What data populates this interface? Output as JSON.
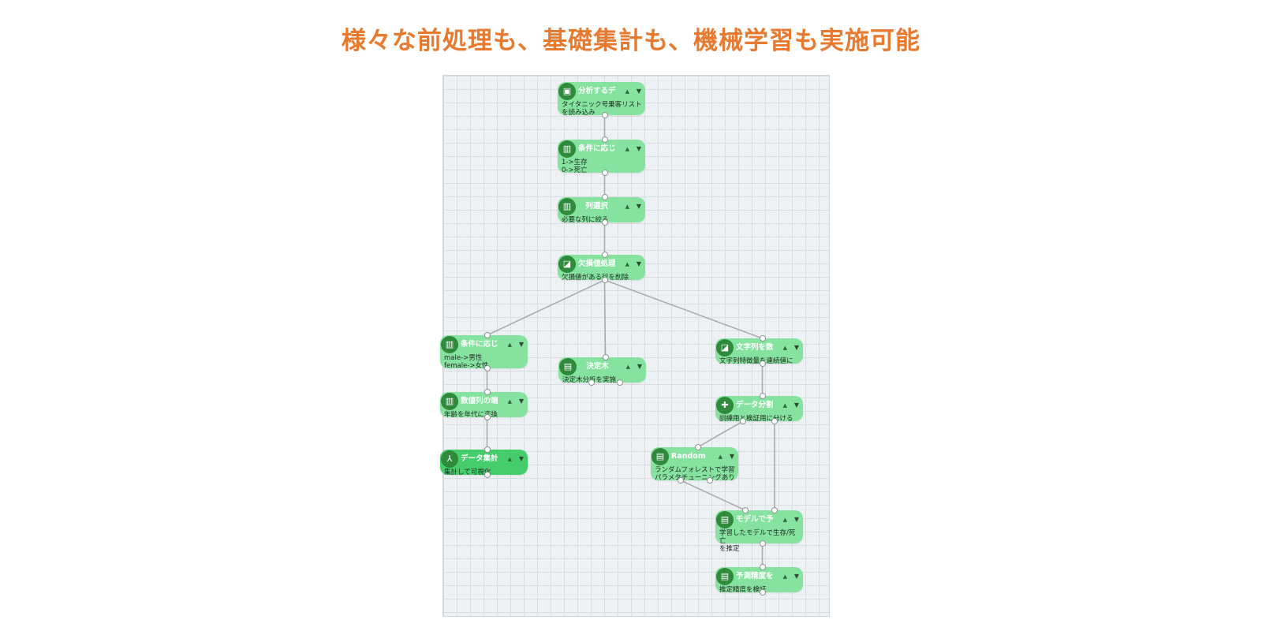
{
  "headline": {
    "text": "様々な前処理も、基礎集計も、機械学習も実施可能",
    "color": "#e77a2f"
  },
  "nodes": [
    {
      "title": "分析するデ...",
      "description": "タイタニック号乗客リスト\nを読み込み",
      "icon": "database-table-icon",
      "icon_glyph": "▣"
    },
    {
      "title": "条件に応じ...",
      "description": "1->生存\n0->死亡",
      "icon": "columns-icon",
      "icon_glyph": "▥"
    },
    {
      "title": "列選択",
      "description": "必要な列に絞る",
      "icon": "columns-icon",
      "icon_glyph": "▥"
    },
    {
      "title": "欠損値処理",
      "description": "欠損値がある行を削除",
      "icon": "clean-icon",
      "icon_glyph": "◪"
    },
    {
      "title": "条件に応じ...",
      "description": "male->男性\nfemale->女性",
      "icon": "columns-icon",
      "icon_glyph": "▥"
    },
    {
      "title": "数値列の端...",
      "description": "年齢を年代に変換",
      "icon": "columns-icon",
      "icon_glyph": "▥"
    },
    {
      "title": "データ集計",
      "description": "集計して可視化",
      "icon": "aggregate-icon",
      "icon_glyph": "⅄"
    },
    {
      "title": "決定木",
      "description": "決定木分析を実施",
      "icon": "model-icon",
      "icon_glyph": "▤"
    },
    {
      "title": "文字列を数...",
      "description": "文字列特徴量を連続値に",
      "icon": "clean-icon",
      "icon_glyph": "◪"
    },
    {
      "title": "データ分割",
      "description": "訓練用と検証用に分ける",
      "icon": "puzzle-icon",
      "icon_glyph": "✚"
    },
    {
      "title": "Random Fo...",
      "description": "ランダムフォレストで学習\nパラメタチューニングあり",
      "icon": "model-icon",
      "icon_glyph": "▤"
    },
    {
      "title": "モデルで予...",
      "description": "学習したモデルで生存/死亡\nを推定",
      "icon": "model-icon",
      "icon_glyph": "▤"
    },
    {
      "title": "予測精度を...",
      "description": "推定精度を検証",
      "icon": "model-icon",
      "icon_glyph": "▤"
    }
  ],
  "edges": [
    [
      0,
      1
    ],
    [
      1,
      2
    ],
    [
      2,
      3
    ],
    [
      3,
      4
    ],
    [
      3,
      7
    ],
    [
      3,
      8
    ],
    [
      4,
      5
    ],
    [
      5,
      6
    ],
    [
      8,
      9
    ],
    [
      9,
      10
    ],
    [
      9,
      11
    ],
    [
      10,
      11
    ],
    [
      11,
      12
    ]
  ],
  "colors": {
    "node": "#86e29f",
    "node_active": "#45cd6c",
    "icon_bg": "#2f8a3c",
    "edge": "#a8adb2",
    "grid_bg": "#eef1f4"
  }
}
